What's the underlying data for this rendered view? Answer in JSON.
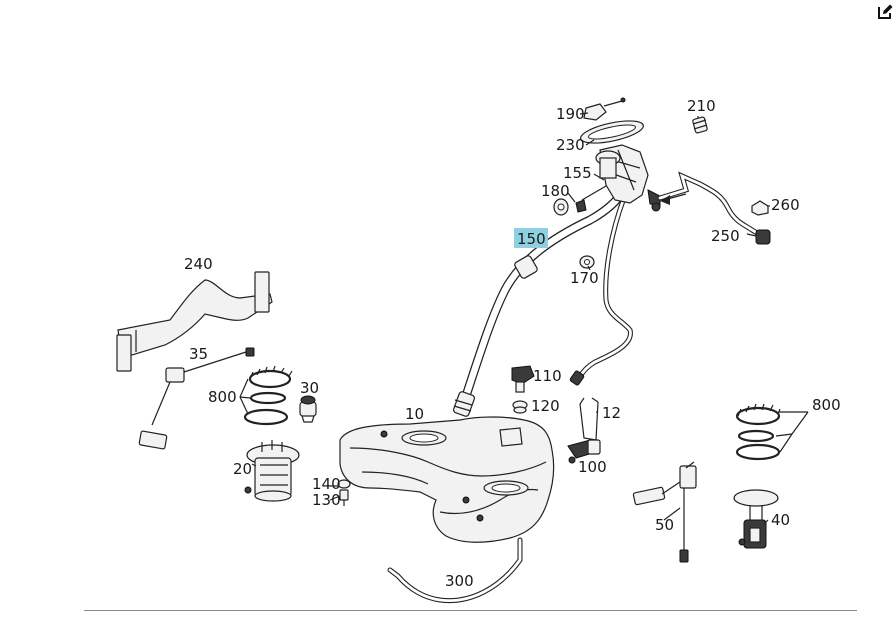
{
  "toolbar": {
    "edit_icon": "edit-icon"
  },
  "diagram": {
    "highlight_color": "#8ecfe0",
    "selected_part": "150",
    "labels": {
      "p10": "10",
      "p12": "12",
      "p20": "20",
      "p30": "30",
      "p35": "35",
      "p40": "40",
      "p50": "50",
      "p100": "100",
      "p110": "110",
      "p120": "120",
      "p130": "130",
      "p140": "140",
      "p150": "150",
      "p155": "155",
      "p170": "170",
      "p180": "180",
      "p190": "190",
      "p210": "210",
      "p230": "230",
      "p240": "240",
      "p250": "250",
      "p260": "260",
      "p300": "300",
      "p800_left": "800",
      "p800_right": "800"
    }
  }
}
